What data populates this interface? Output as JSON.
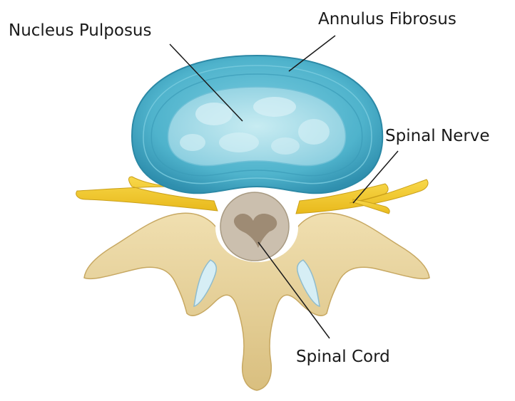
{
  "labels": {
    "nucleus_pulposus": "Nucleus Pulposus",
    "annulus_fibrosus": "Annulus Fibrosus",
    "spinal_nerve": "Spinal Nerve",
    "spinal_cord": "Spinal Cord"
  },
  "colors": {
    "annulus": "#4fb3cc",
    "nucleus": "#a9dbe6",
    "bone": "#e6d19a",
    "nerve": "#f3c628",
    "cord": "#cbbfae",
    "leader_line": "#1a1a1a"
  }
}
